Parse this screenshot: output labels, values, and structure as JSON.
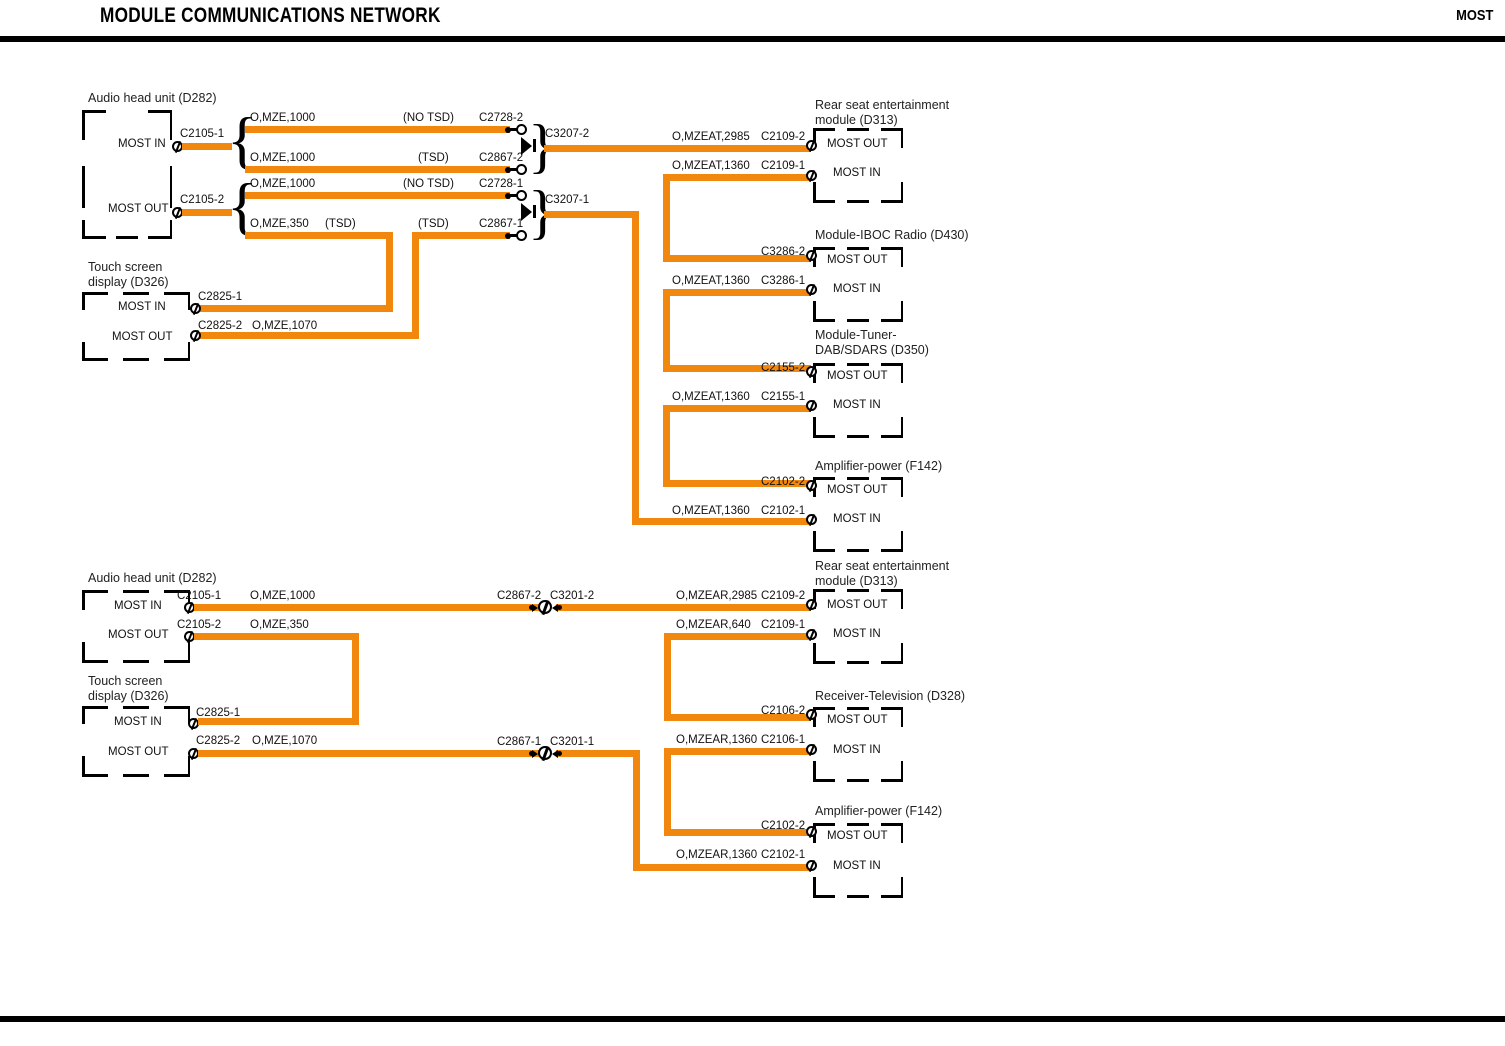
{
  "header": {
    "title": "MODULE COMMUNICATIONS NETWORK",
    "right_label": "MOST"
  },
  "diagram": {
    "type": "wiring-schematic",
    "wire_color": "#F2870D",
    "sections": [
      {
        "id": "section-top",
        "modules_left": [
          {
            "name": "Audio head unit (D282)",
            "pins": [
              {
                "label": "MOST IN",
                "connector": "C2105-1"
              },
              {
                "label": "MOST OUT",
                "connector": "C2105-2"
              }
            ]
          },
          {
            "name": "Touch screen\ndisplay (D326)",
            "name_line1": "Touch screen",
            "name_line2": "display (D326)",
            "pins": [
              {
                "label": "MOST IN",
                "connector": "C2825-1"
              },
              {
                "label": "MOST OUT",
                "connector": "C2825-2",
                "wire": "O,MZE,1070"
              }
            ]
          }
        ],
        "branch_wires": [
          {
            "wire": "O,MZE,1000",
            "note": "(NO TSD)",
            "connector": "C2728-2"
          },
          {
            "wire": "O,MZE,1000",
            "note": "(TSD)",
            "connector": "C2867-2"
          },
          {
            "wire": "O,MZE,1000",
            "note": "(NO TSD)",
            "connector": "C2728-1"
          },
          {
            "wire": "O,MZE,350",
            "note": "(TSD)",
            "note2": "(TSD)",
            "connector": "C2867-1"
          }
        ],
        "inline_connectors": [
          "C3207-2",
          "C3207-1"
        ],
        "modules_right": [
          {
            "name_line1": "Rear seat entertainment",
            "name_line2": "module (D313)",
            "pins": [
              {
                "label": "MOST OUT",
                "connector": "C2109-2",
                "wire": "O,MZEAT,2985"
              },
              {
                "label": "MOST IN",
                "connector": "C2109-1",
                "wire": "O,MZEAT,1360"
              }
            ]
          },
          {
            "name_line1": "Module-IBOC Radio (D430)",
            "name_line2": "",
            "pins": [
              {
                "label": "MOST OUT",
                "connector": "C3286-2",
                "wire": ""
              },
              {
                "label": "MOST IN",
                "connector": "C3286-1",
                "wire": "O,MZEAT,1360"
              }
            ]
          },
          {
            "name_line1": "Module-Tuner-",
            "name_line2": "DAB/SDARS (D350)",
            "pins": [
              {
                "label": "MOST OUT",
                "connector": "C2155-2",
                "wire": ""
              },
              {
                "label": "MOST IN",
                "connector": "C2155-1",
                "wire": "O,MZEAT,1360"
              }
            ]
          },
          {
            "name_line1": "Amplifier-power (F142)",
            "name_line2": "",
            "pins": [
              {
                "label": "MOST OUT",
                "connector": "C2102-2",
                "wire": ""
              },
              {
                "label": "MOST IN",
                "connector": "C2102-1",
                "wire": "O,MZEAT,1360"
              }
            ]
          }
        ]
      },
      {
        "id": "section-bottom",
        "modules_left": [
          {
            "name": "Audio head unit (D282)",
            "pins": [
              {
                "label": "MOST IN",
                "connector": "C2105-1",
                "wire": "O,MZE,1000"
              },
              {
                "label": "MOST OUT",
                "connector": "C2105-2",
                "wire": "O,MZE,350"
              }
            ]
          },
          {
            "name_line1": "Touch screen",
            "name_line2": "display (D326)",
            "pins": [
              {
                "label": "MOST IN",
                "connector": "C2825-1",
                "wire": ""
              },
              {
                "label": "MOST OUT",
                "connector": "C2825-2",
                "wire": "O,MZE,1070"
              }
            ]
          }
        ],
        "inline_connectors": [
          {
            "left": "C2867-2",
            "right": "C3201-2"
          },
          {
            "left": "C2867-1",
            "right": "C3201-1"
          }
        ],
        "modules_right": [
          {
            "name_line1": "Rear seat entertainment",
            "name_line2": "module (D313)",
            "pins": [
              {
                "label": "MOST OUT",
                "connector": "C2109-2",
                "wire": "O,MZEAR,2985"
              },
              {
                "label": "MOST IN",
                "connector": "C2109-1",
                "wire": "O,MZEAR,640"
              }
            ]
          },
          {
            "name_line1": "Receiver-Television (D328)",
            "name_line2": "",
            "pins": [
              {
                "label": "MOST OUT",
                "connector": "C2106-2",
                "wire": ""
              },
              {
                "label": "MOST IN",
                "connector": "C2106-1",
                "wire": "O,MZEAR,1360"
              }
            ]
          },
          {
            "name_line1": "Amplifier-power (F142)",
            "name_line2": "",
            "pins": [
              {
                "label": "MOST OUT",
                "connector": "C2102-2",
                "wire": ""
              },
              {
                "label": "MOST IN",
                "connector": "C2102-1",
                "wire": "O,MZEAR,1360"
              }
            ]
          }
        ]
      }
    ]
  }
}
